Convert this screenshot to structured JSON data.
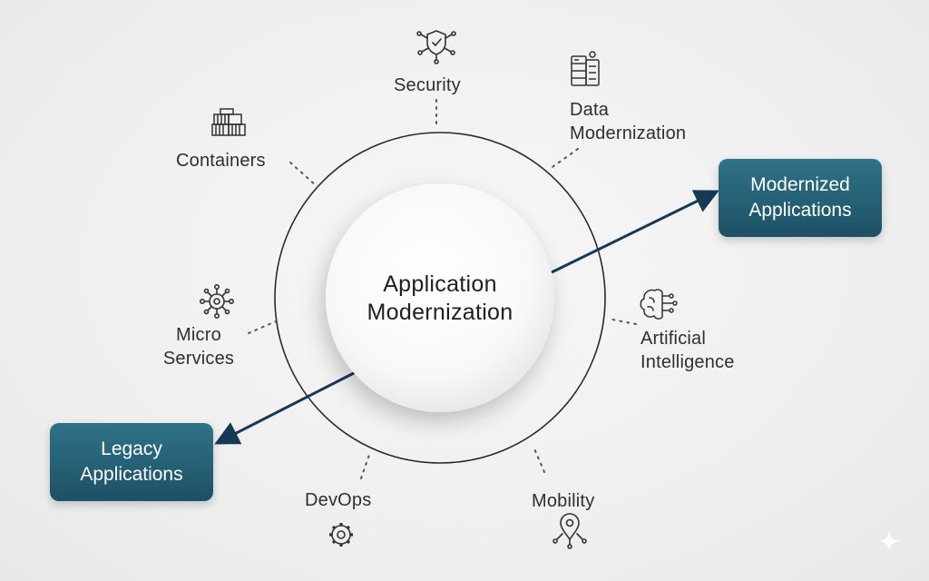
{
  "center": {
    "line1": "Application",
    "line2": "Modernization"
  },
  "labels": {
    "security": "Security",
    "data_line1": "Data",
    "data_line2": "Modernization",
    "containers": "Containers",
    "micro_line1": "Micro",
    "micro_line2": "Services",
    "ai_line1": "Artificial",
    "ai_line2": "Intelligence",
    "devops": "DevOps",
    "mobility": "Mobility"
  },
  "boxes": {
    "modernized_line1": "Modernized",
    "modernized_line2": "Applications",
    "legacy_line1": "Legacy",
    "legacy_line2": "Applications"
  },
  "colors": {
    "box": "#1f5b6f",
    "arrow": "#163a54",
    "ring": "#2a2a2a"
  },
  "icons": [
    "shield-network-icon",
    "server-rack-icon",
    "shipping-containers-icon",
    "hub-nodes-icon",
    "brain-circuit-icon",
    "gear-icon",
    "location-pin-network-icon",
    "sparkle-icon"
  ]
}
